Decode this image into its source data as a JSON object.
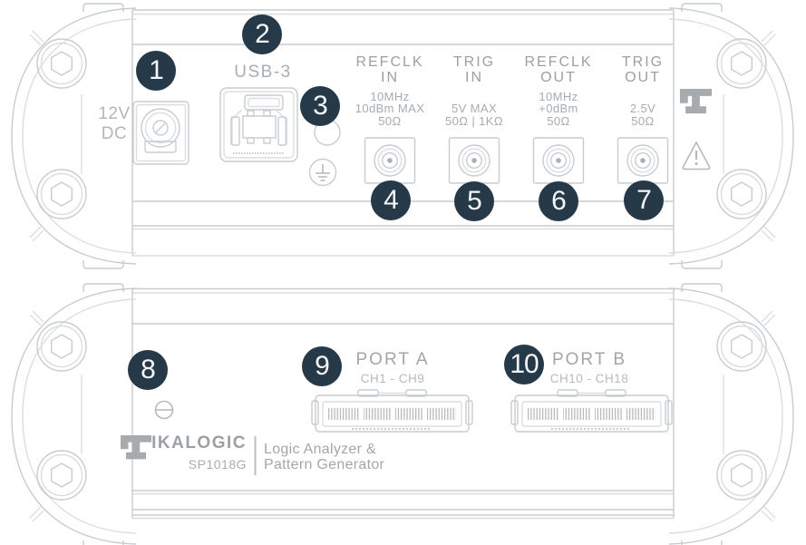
{
  "colors": {
    "background": "#ffffff",
    "line_art": "#c7ccd1",
    "line_art_light": "#dbdee1",
    "label_text": "#9aa0a6",
    "spec_text": "#a6abb0",
    "muted_text": "#b2b6ba",
    "callout_background": "#263949",
    "callout_text": "#f4f6f8",
    "logo_grey": "#a7abae"
  },
  "top_panel": {
    "power_jack": {
      "callout": "1",
      "label_line1": "12V",
      "label_line2": "DC"
    },
    "usb": {
      "callout": "2",
      "label": "USB-3"
    },
    "ground": {
      "callout": "3"
    },
    "connectors": [
      {
        "callout": "4",
        "title_line1": "REFCLK",
        "title_line2": "IN",
        "specs": [
          "10MHz",
          "10dBm MAX",
          "50Ω"
        ]
      },
      {
        "callout": "5",
        "title_line1": "TRIG",
        "title_line2": "IN",
        "specs": [
          "5V MAX",
          "50Ω | 1KΩ"
        ]
      },
      {
        "callout": "6",
        "title_line1": "REFCLK",
        "title_line2": "OUT",
        "specs": [
          "10MHz",
          "+0dBm",
          "50Ω"
        ]
      },
      {
        "callout": "7",
        "title_line1": "TRIG",
        "title_line2": "OUT",
        "specs": [
          "2.5V",
          "50Ω"
        ]
      }
    ]
  },
  "bottom_panel": {
    "button": {
      "callout": "8"
    },
    "ports": [
      {
        "callout": "9",
        "name": "PORT A",
        "channels": "CH1 - CH9"
      },
      {
        "callout": "10",
        "name": "PORT B",
        "channels": "CH10 - CH18"
      }
    ],
    "branding": {
      "brand": "IKALOGIC",
      "model": "SP1018G",
      "tagline_line1": "Logic Analyzer &",
      "tagline_line2": "Pattern Generator"
    }
  }
}
